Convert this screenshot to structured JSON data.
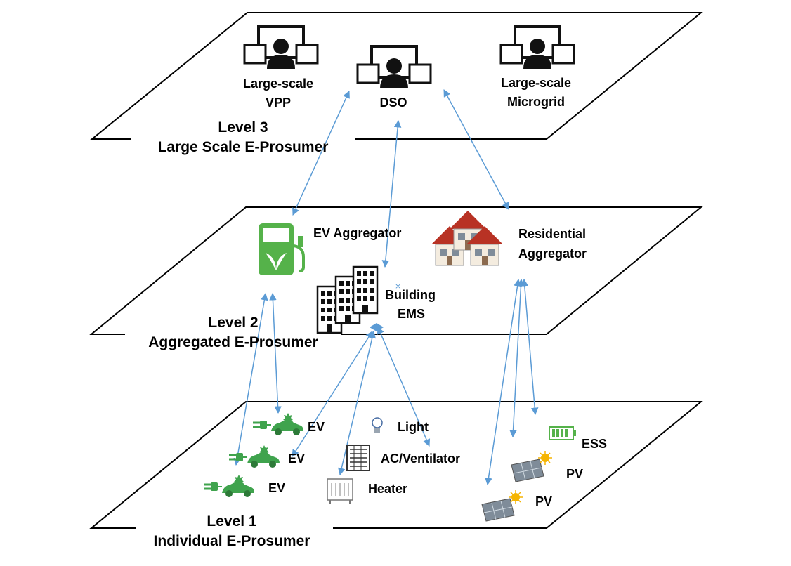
{
  "levels": {
    "level3": {
      "line1": "Level 3",
      "line2": "Large Scale E-Prosumer"
    },
    "level2": {
      "line1": "Level 2",
      "line2": "Aggregated E-Prosumer"
    },
    "level1": {
      "line1": "Level 1",
      "line2": "Individual E-Prosumer"
    }
  },
  "level3_nodes": {
    "vpp": {
      "line1": "Large-scale",
      "line2": "VPP"
    },
    "dso": {
      "line1": "DSO"
    },
    "microgrid": {
      "line1": "Large-scale",
      "line2": "Microgrid"
    }
  },
  "level2_nodes": {
    "ev_aggregator": {
      "line1": "EV Aggregator"
    },
    "building_ems": {
      "line1": "Building",
      "line2": "EMS"
    },
    "residential_aggregator": {
      "line1": "Residential",
      "line2": "Aggregator"
    }
  },
  "level1_devices": {
    "ev_1": "EV",
    "ev_2": "EV",
    "ev_3": "EV",
    "light": "Light",
    "ac_ventilator": "AC/Ventilator",
    "heater": "Heater",
    "ess": "ESS",
    "pv_1": "PV",
    "pv_2": "PV"
  },
  "colors": {
    "arrow": "#5b9bd5",
    "ev_green": "#3fa34d",
    "station_green": "#55b24a",
    "roof_red": "#c0392b",
    "plane_stroke": "#000000"
  },
  "icons": [
    "monitor-user-icon",
    "fuel-station-icon",
    "house-icon",
    "building-icon",
    "ev-car-icon",
    "lightbulb-icon",
    "ac-unit-icon",
    "heater-icon",
    "battery-icon",
    "solar-panel-icon"
  ]
}
